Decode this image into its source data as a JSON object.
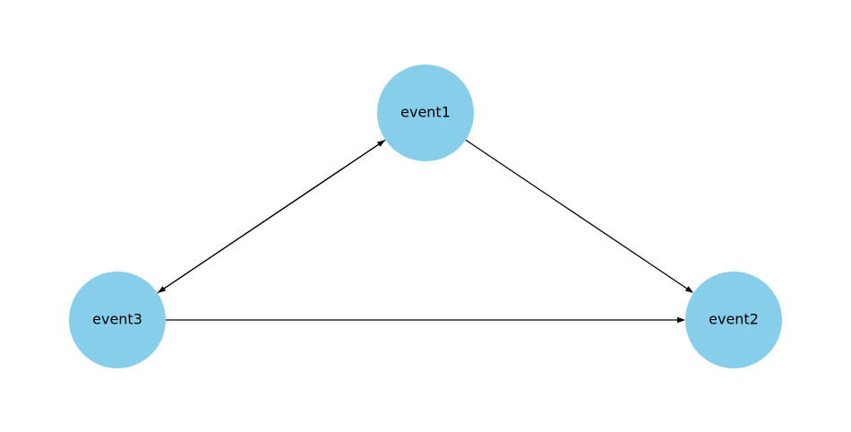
{
  "diagram": {
    "type": "directed-graph",
    "node_color": "#87ceeb",
    "edge_color": "#000000",
    "nodes": [
      {
        "id": "event1",
        "label": "event1"
      },
      {
        "id": "event2",
        "label": "event2"
      },
      {
        "id": "event3",
        "label": "event3"
      }
    ],
    "edges": [
      {
        "from": "event1",
        "to": "event2"
      },
      {
        "from": "event1",
        "to": "event3"
      },
      {
        "from": "event3",
        "to": "event1"
      },
      {
        "from": "event3",
        "to": "event2"
      }
    ]
  }
}
